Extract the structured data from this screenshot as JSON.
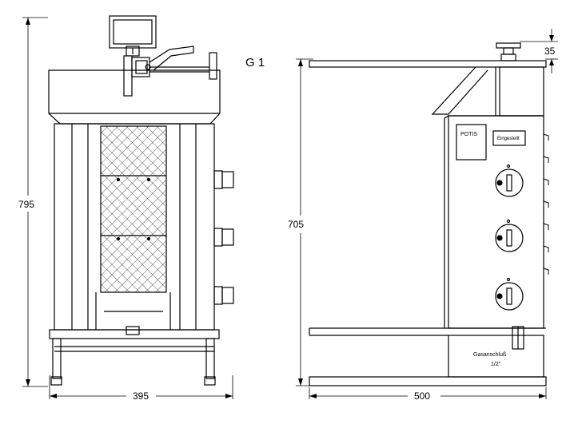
{
  "title": "G 1",
  "front_view": {
    "height_dim": "795",
    "width_dim": "395"
  },
  "side_view": {
    "height_dim": "705",
    "width_dim": "500",
    "top_dim": "35",
    "brand_label": "POTIS",
    "status_label": "Eingestellt",
    "gas_label": "Gasanschluß",
    "gas_size": "1/2\""
  }
}
